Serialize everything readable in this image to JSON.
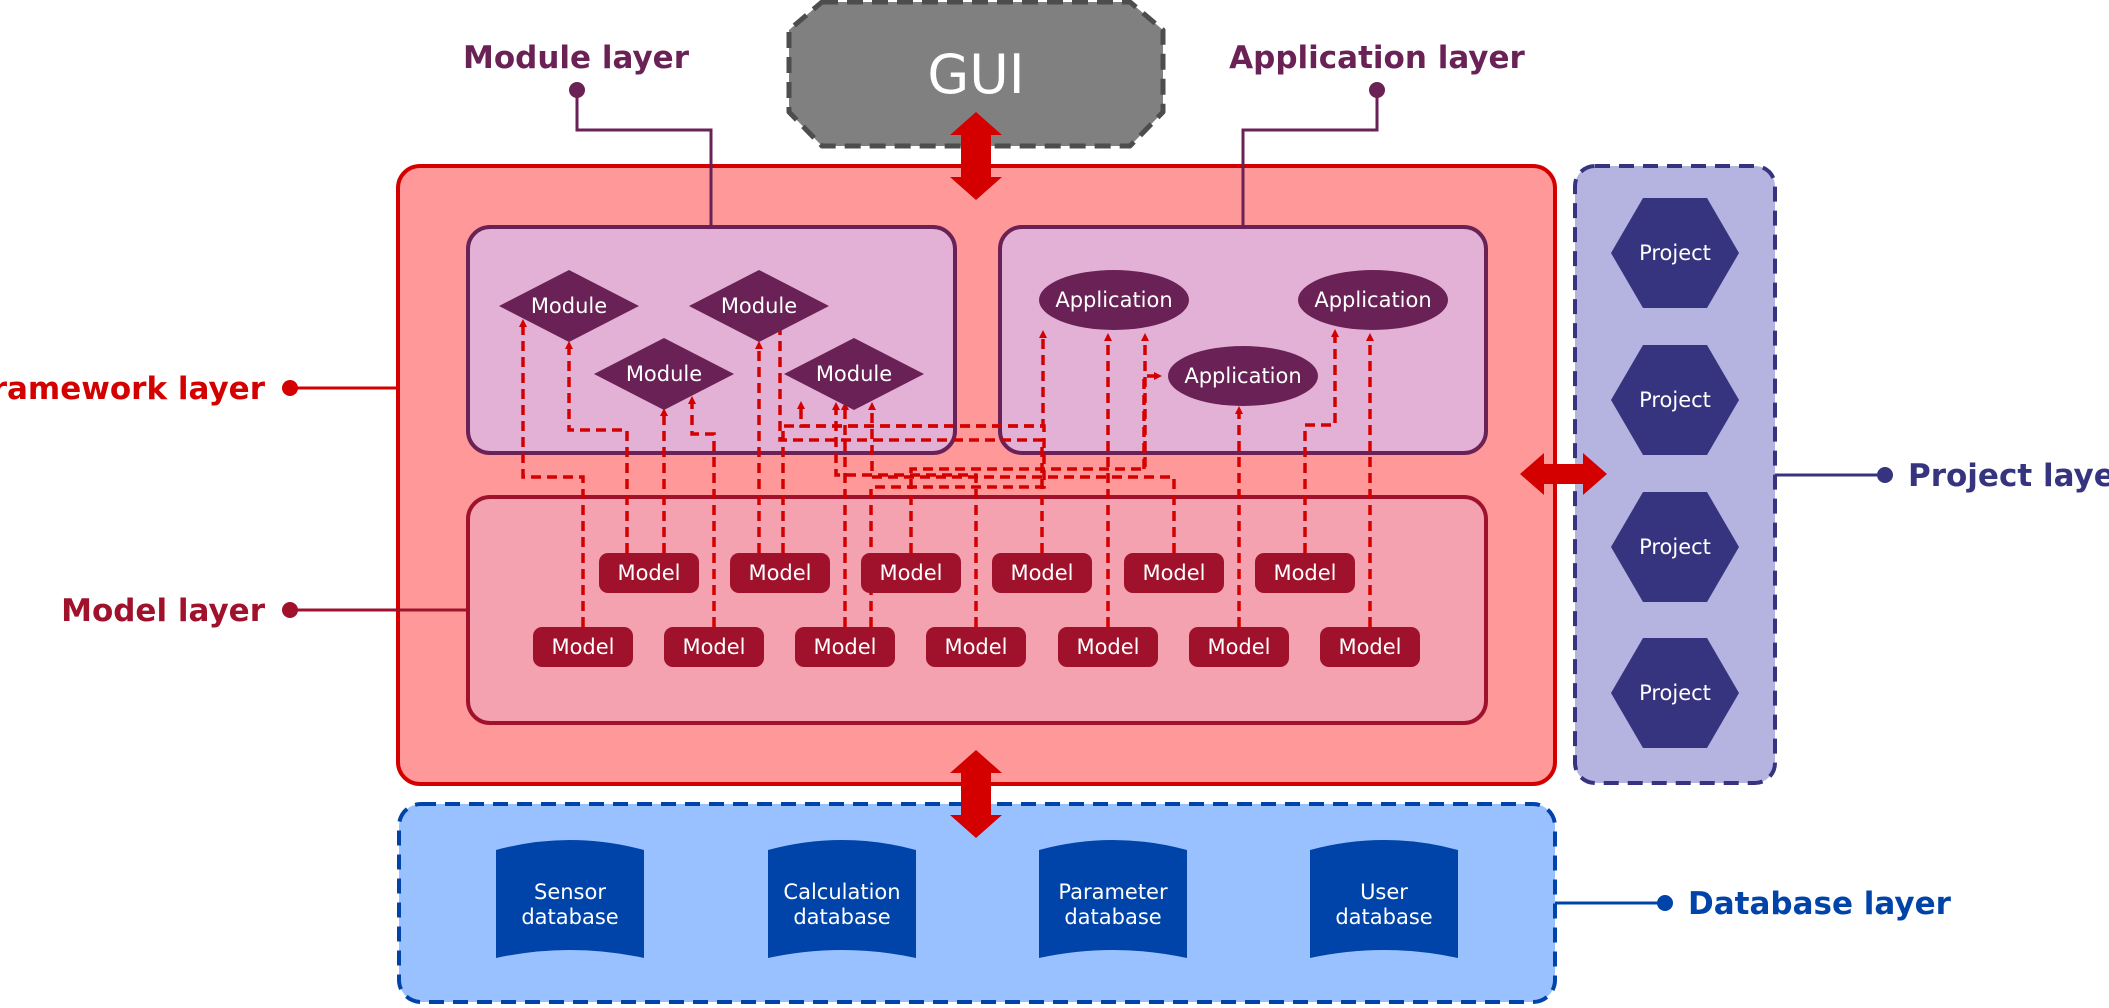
{
  "colors": {
    "framework": "#d40000",
    "framework_fill": "#ff9999",
    "module_app_border": "#6a2155",
    "module_app_fill": "#e3b0d6",
    "node_fill": "#6a2155",
    "model_border": "#a0122c",
    "model_fill": "#f4a2b0",
    "model_node": "#a0122c",
    "project_border": "#36347e",
    "project_fill": "#b5b3e0",
    "project_node": "#36347e",
    "database_border": "#0044aa",
    "database_fill": "#99c1ff",
    "database_node": "#0044aa",
    "gui_fill": "#808080",
    "gui_border": "#4d4d4d",
    "connector": "#d40000"
  },
  "gui": {
    "label": "GUI"
  },
  "layers": {
    "module": "Module layer",
    "application": "Application layer",
    "framework": "Framework layer",
    "model": "Model layer",
    "project": "Project layer",
    "database": "Database layer"
  },
  "modules": [
    "Module",
    "Module",
    "Module",
    "Module"
  ],
  "applications": [
    "Application",
    "Application",
    "Application"
  ],
  "models": {
    "top_row": [
      "Model",
      "Model",
      "Model",
      "Model",
      "Model",
      "Model"
    ],
    "bottom_row": [
      "Model",
      "Model",
      "Model",
      "Model",
      "Model",
      "Model",
      "Model"
    ]
  },
  "projects": [
    "Project",
    "Project",
    "Project",
    "Project"
  ],
  "databases": [
    {
      "line1": "Sensor",
      "line2": "database"
    },
    {
      "line1": "Calculation",
      "line2": "database"
    },
    {
      "line1": "Parameter",
      "line2": "database"
    },
    {
      "line1": "User",
      "line2": "database"
    }
  ]
}
